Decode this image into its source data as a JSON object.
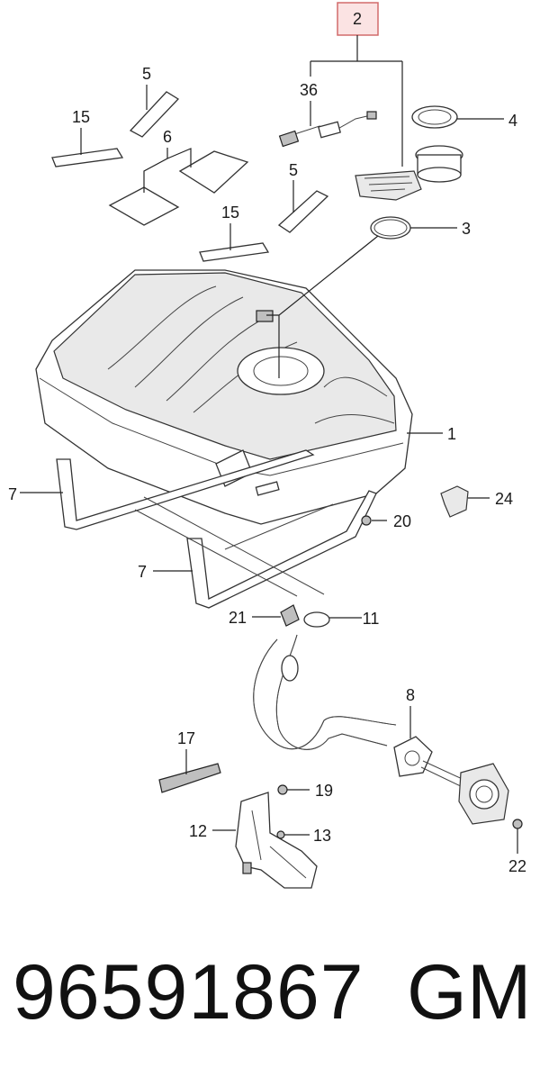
{
  "callouts": {
    "c1": "1",
    "c2": "2",
    "c3": "3",
    "c4": "4",
    "c5a": "5",
    "c5b": "5",
    "c6": "6",
    "c7a": "7",
    "c7b": "7",
    "c8": "8",
    "c11": "11",
    "c12": "12",
    "c13": "13",
    "c15a": "15",
    "c15b": "15",
    "c17": "17",
    "c19": "19",
    "c20": "20",
    "c21": "21",
    "c22": "22",
    "c24": "24",
    "c36": "36"
  },
  "footer": {
    "part_number": "96591867",
    "brand": "GM"
  },
  "colors": {
    "highlight_fill": "#fbe3e3",
    "highlight_stroke": "#d26b6b",
    "line": "#222222"
  }
}
